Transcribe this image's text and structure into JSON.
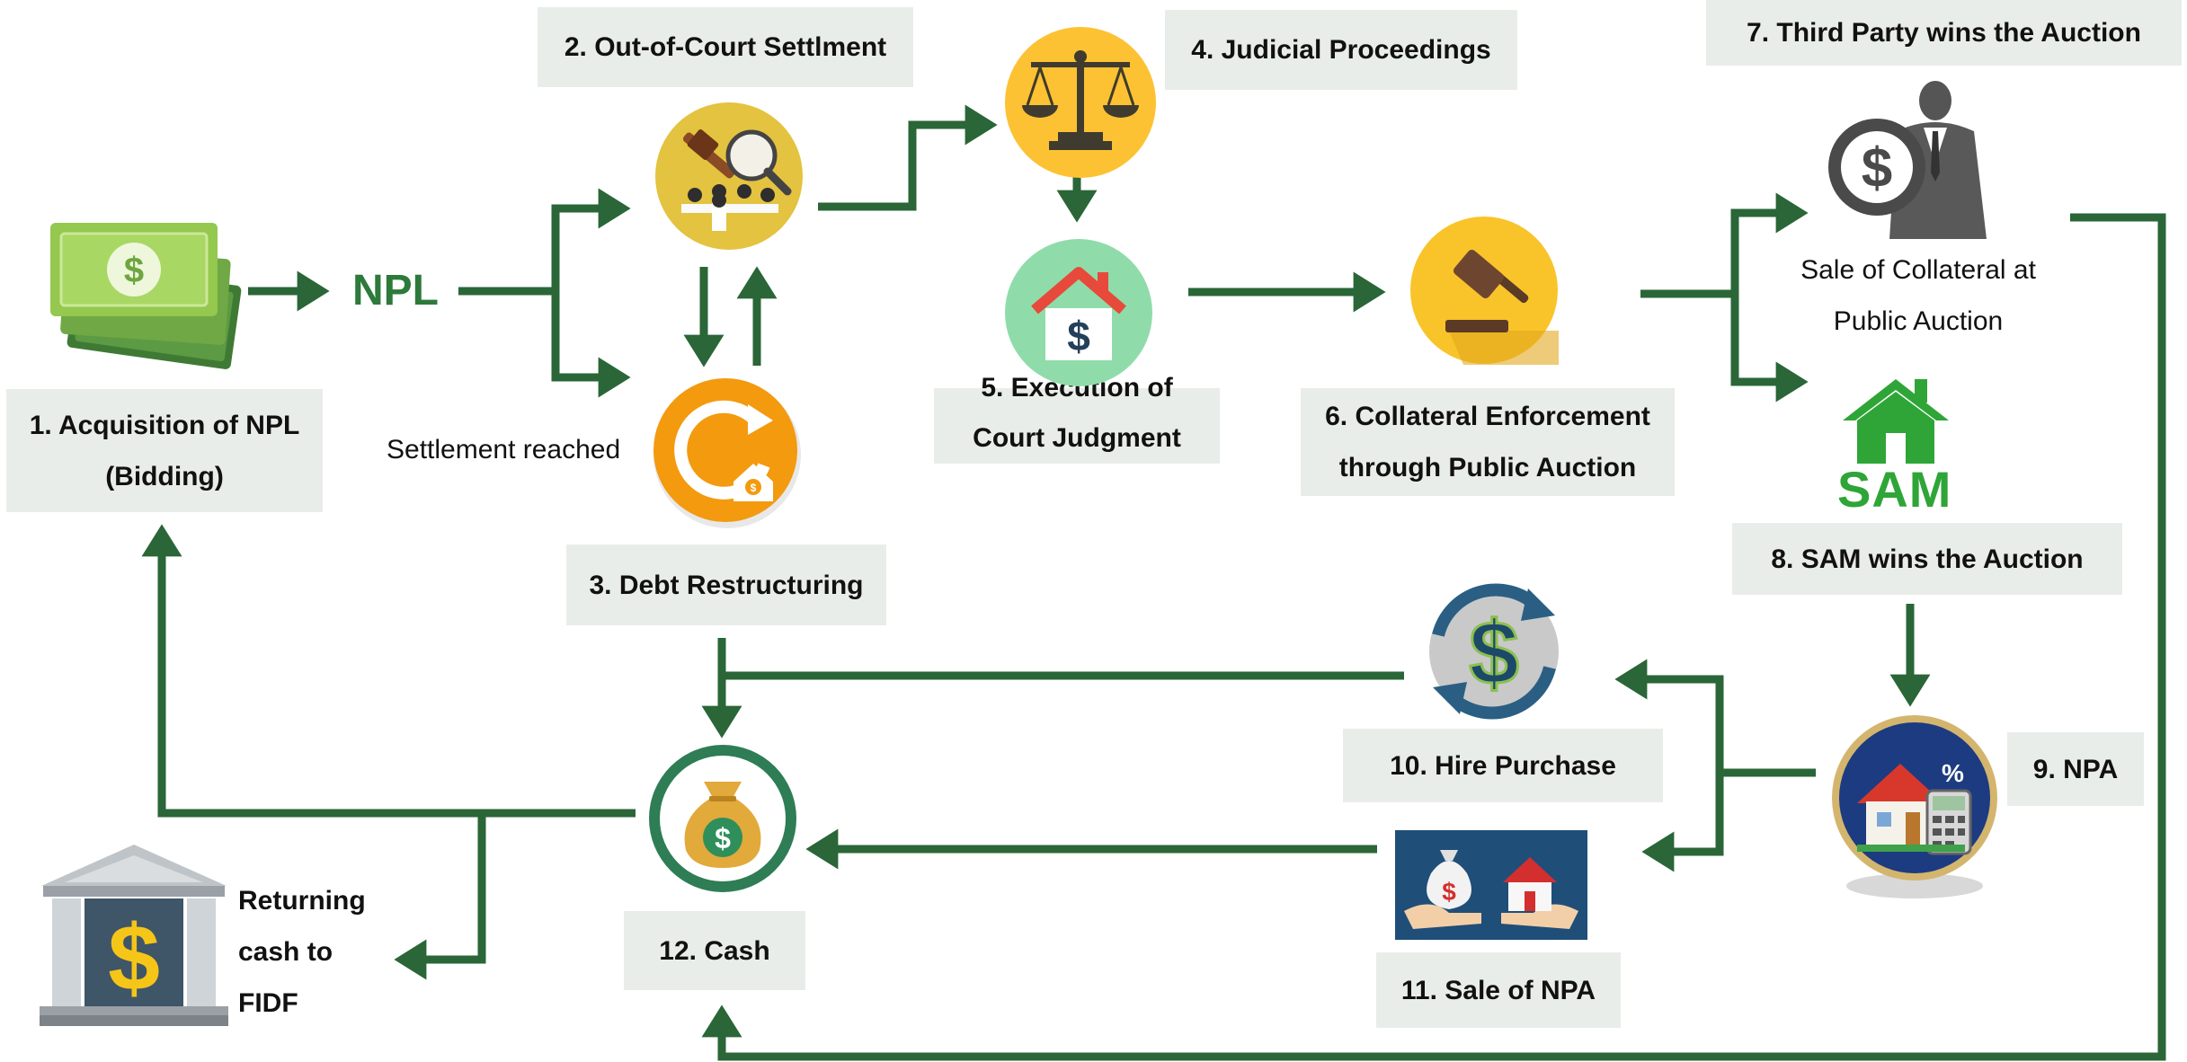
{
  "colors": {
    "arrow": "#2a6637",
    "label_bg": "#e9ede9",
    "npl_text": "#2d7a3a",
    "sam_text": "#2fa538"
  },
  "nodes": {
    "acquisition": {
      "line1": "1. Acquisition of NPL",
      "line2": "(Bidding)"
    },
    "out_of_court": {
      "label": "2. Out-of-Court Settlment"
    },
    "debt_restructuring": {
      "label": "3. Debt Restructuring"
    },
    "judicial": {
      "label": "4. Judicial Proceedings"
    },
    "execution": {
      "line1": "5. Execution of",
      "line2": "Court Judgment"
    },
    "collateral": {
      "line1": "6. Collateral Enforcement",
      "line2": "through Public Auction"
    },
    "third_party": {
      "label": "7. Third Party wins the Auction"
    },
    "sam_wins": {
      "label": "8. SAM wins the Auction"
    },
    "npa": {
      "label": "9. NPA"
    },
    "hire_purchase": {
      "label": "10. Hire Purchase"
    },
    "sale_npa": {
      "label": "11. Sale of NPA"
    },
    "cash": {
      "label": "12. Cash"
    }
  },
  "texts": {
    "npl": "NPL",
    "sam": "SAM",
    "settlement_reached": "Settlement reached",
    "sale_collateral_line1": "Sale of Collateral at",
    "sale_collateral_line2": "Public Auction",
    "fidf_line1": "Returning",
    "fidf_line2": "cash to",
    "fidf_line3": "FIDF"
  },
  "icons": {
    "money": "money-stack-icon",
    "settlement": "settlement-meeting-icon",
    "restructure": "refresh-house-icon",
    "scales": "scales-of-justice-icon",
    "house_dollar": "house-dollar-icon",
    "gavel": "gavel-icon",
    "businessman": "businessman-dollar-icon",
    "sam_house": "sam-house-icon",
    "npa": "house-calculator-icon",
    "hire_purchase": "dollar-cycle-icon",
    "sale_npa": "hands-money-house-icon",
    "cash": "money-bag-icon",
    "bank": "bank-dollar-icon"
  }
}
